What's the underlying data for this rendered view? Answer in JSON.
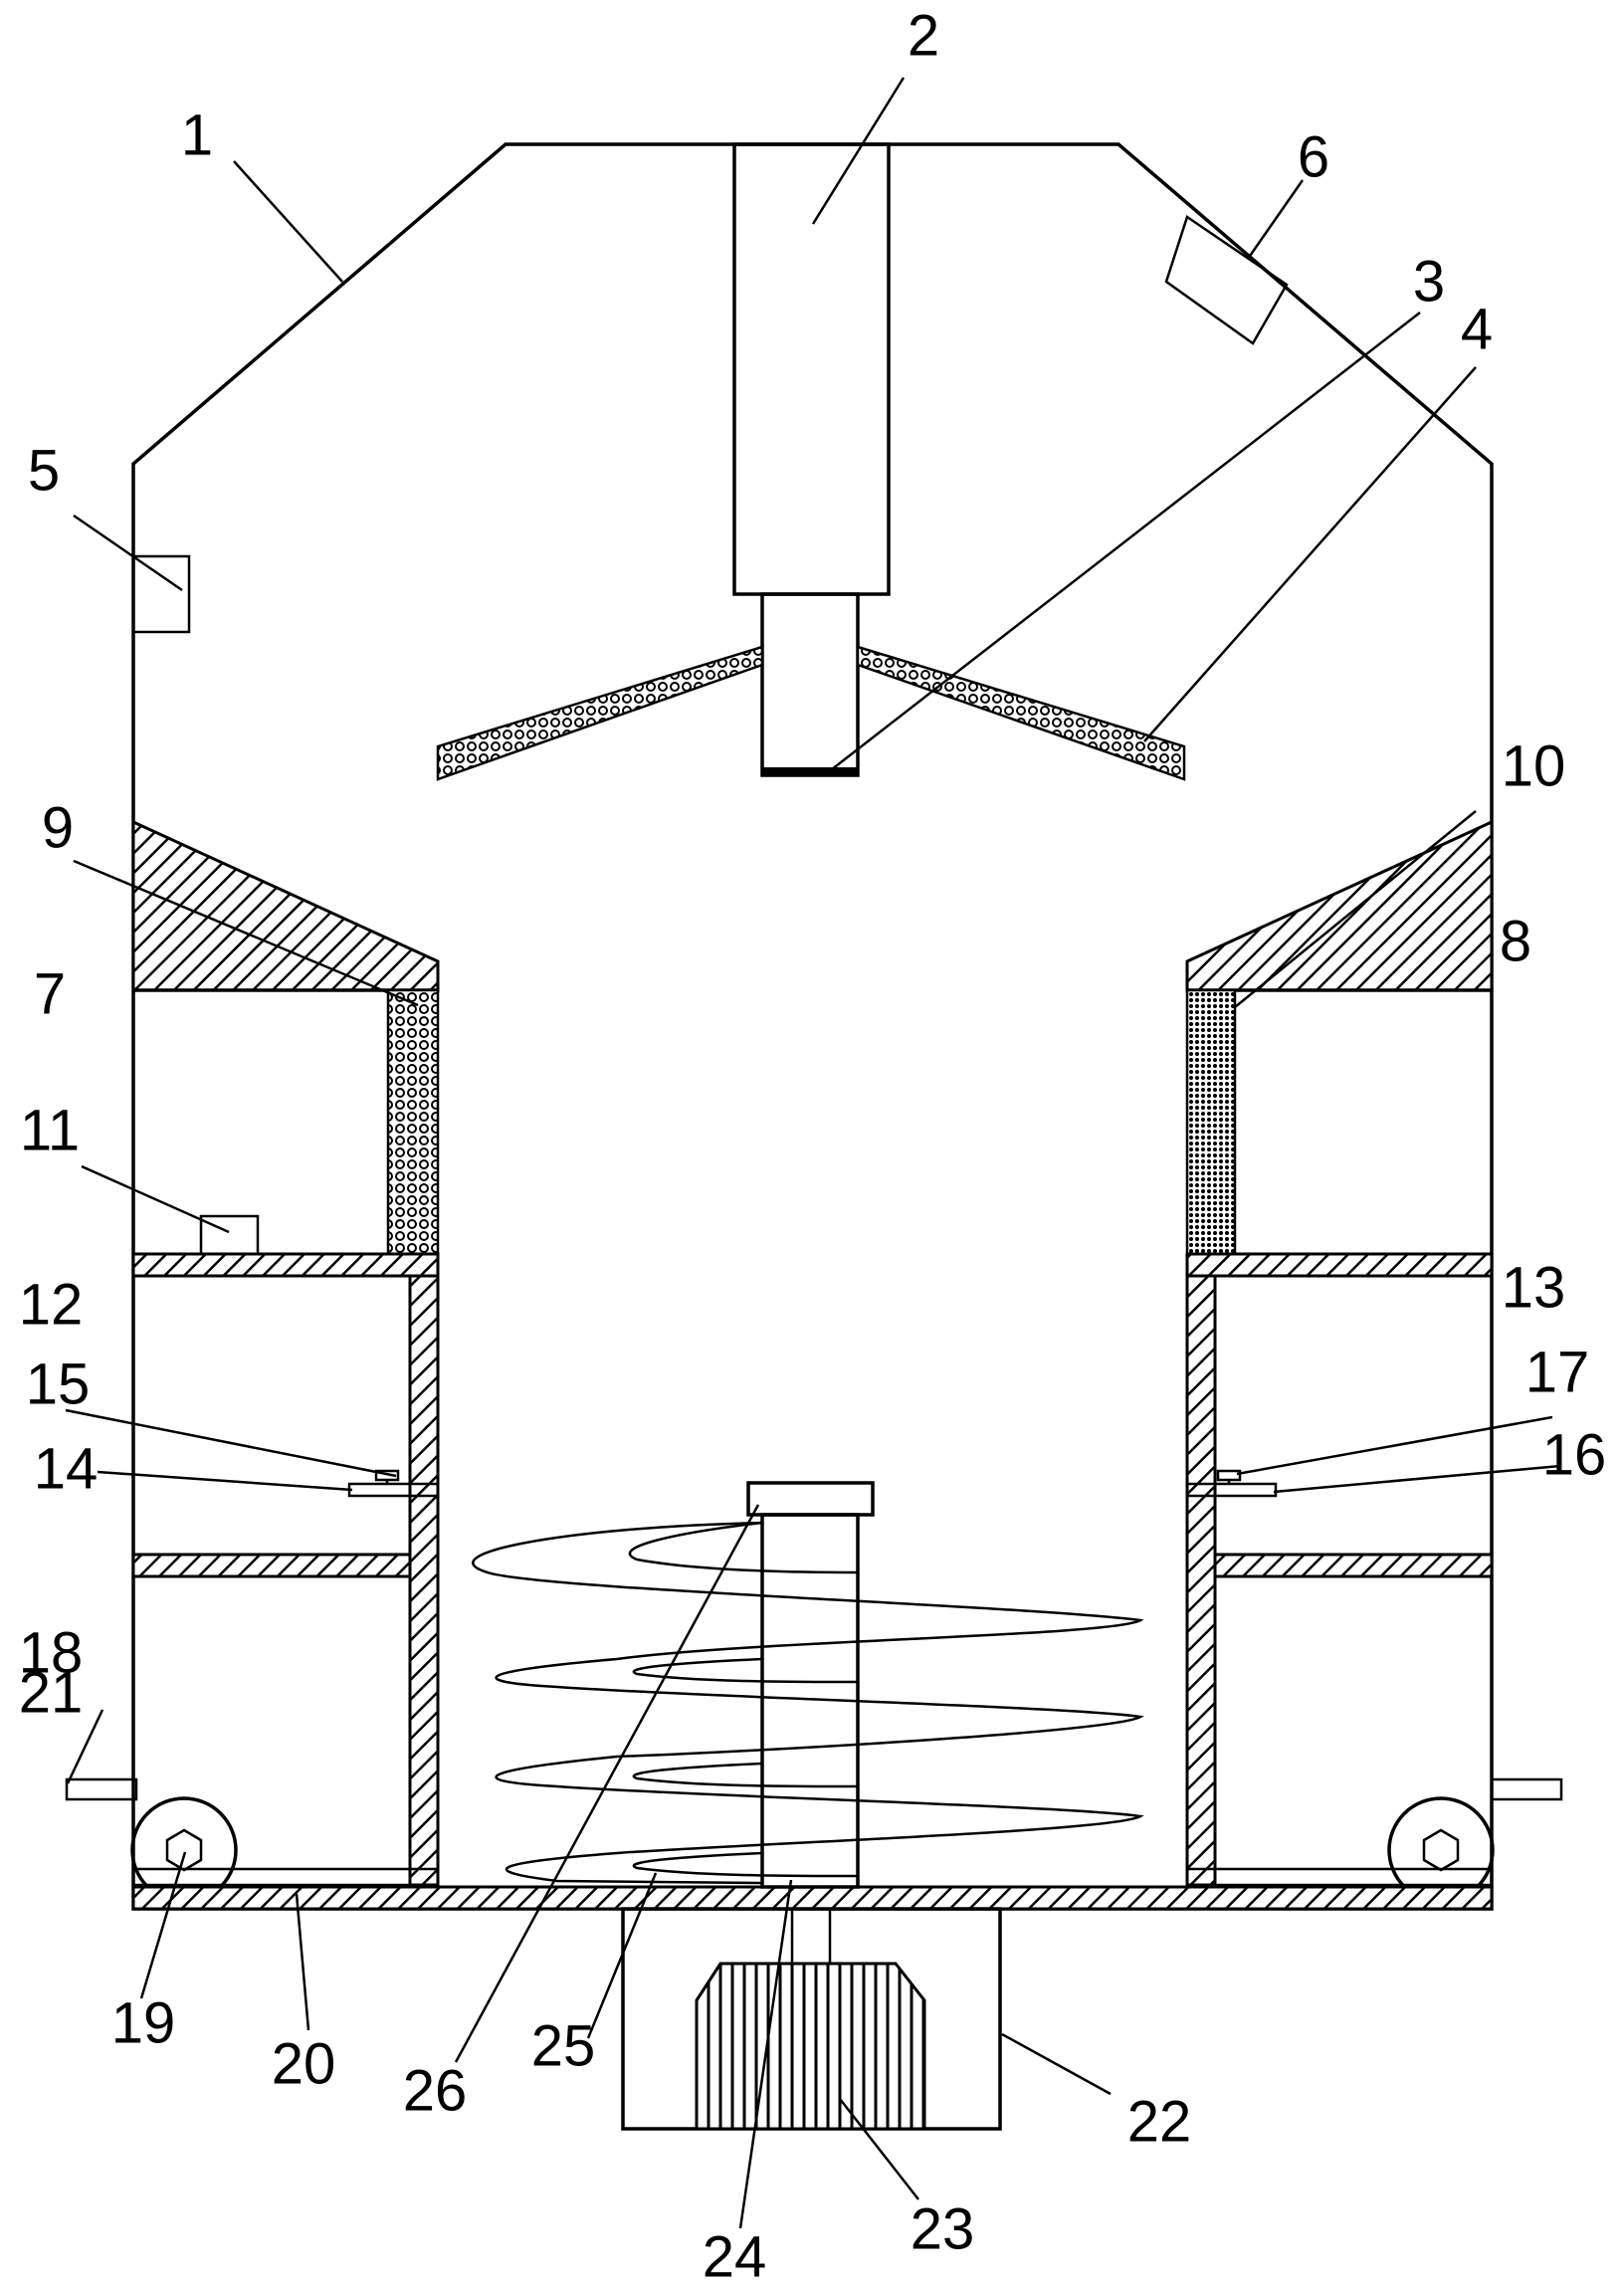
{
  "labels": {
    "l1": "1",
    "l2": "2",
    "l3": "3",
    "l4": "4",
    "l5": "5",
    "l6": "6",
    "l7": "7",
    "l8": "8",
    "l9": "9",
    "l10": "10",
    "l11": "11",
    "l12": "12",
    "l13": "13",
    "l14": "14",
    "l15": "15",
    "l16": "16",
    "l17": "17",
    "l18": "18",
    "l19": "19",
    "l20": "20",
    "l21": "21",
    "l22": "22",
    "l23": "23",
    "l24": "24",
    "l25": "25",
    "l26": "26"
  }
}
